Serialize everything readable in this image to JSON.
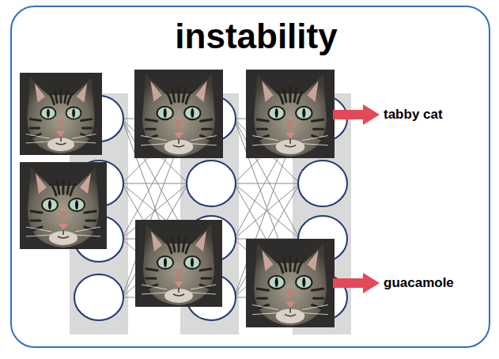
{
  "diagram": {
    "title": "instability",
    "labels": [
      "tabby cat",
      "guacamole"
    ]
  }
}
